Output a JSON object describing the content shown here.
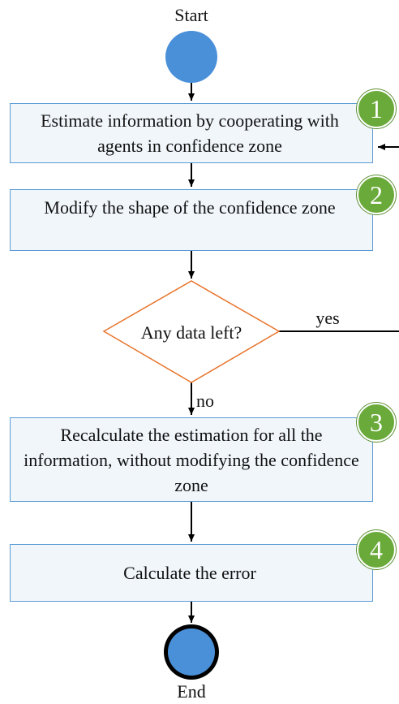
{
  "start_label": "Start",
  "end_label": "End",
  "steps": [
    {
      "number": "1",
      "text": "Estimate information by cooperating with agents in confidence zone"
    },
    {
      "number": "2",
      "text": "Modify the shape of the confidence zone"
    },
    {
      "number": "3",
      "text": "Recalculate the estimation for all the information, without modifying the confidence zone"
    },
    {
      "number": "4",
      "text": "Calculate the error"
    }
  ],
  "decision": {
    "text": "Any data left?",
    "yes_label": "yes",
    "no_label": "no"
  },
  "colors": {
    "node_fill": "#4a90d9",
    "box_fill": "#f1f6fb",
    "box_border": "#5b9bd5",
    "decision_border": "#e8732a",
    "badge_fill": "#6aaa3a",
    "arrow": "#000000"
  }
}
